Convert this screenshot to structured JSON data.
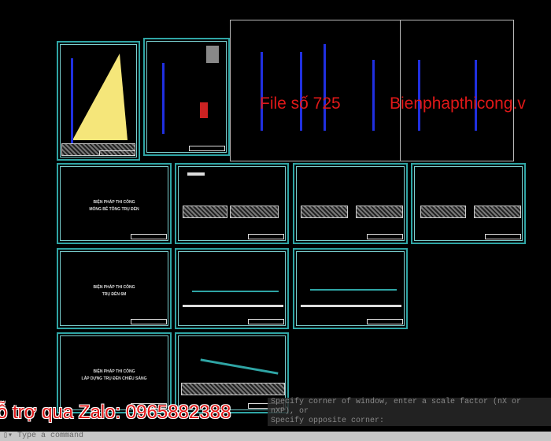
{
  "watermark": {
    "file": "File số 725",
    "site": "Bienphapthicong.v",
    "zalo": "ỗ trợ qua Zalo: 0965882388"
  },
  "sheets": {
    "s1": [
      "BIỆN PHÁP THI CÔNG",
      "MÓNG BÊ TÔNG TRỤ ĐÈN"
    ],
    "s2": [
      "BIỆN PHÁP THI CÔNG",
      "TRỤ ĐÈN 6M"
    ],
    "s3": [
      "BIỆN PHÁP THI CÔNG",
      "LẮP DỰNG TRỤ ĐÈN CHIẾU SÁNG"
    ]
  },
  "command": {
    "history1": "Specify corner of window, enter a scale factor (nX or nXP), or",
    "history2": "Specify opposite corner:",
    "placeholder": "Type a command"
  },
  "colors": {
    "frame": "#2fa5a5",
    "pole": "#2030e0",
    "watermark": "#e01818"
  }
}
